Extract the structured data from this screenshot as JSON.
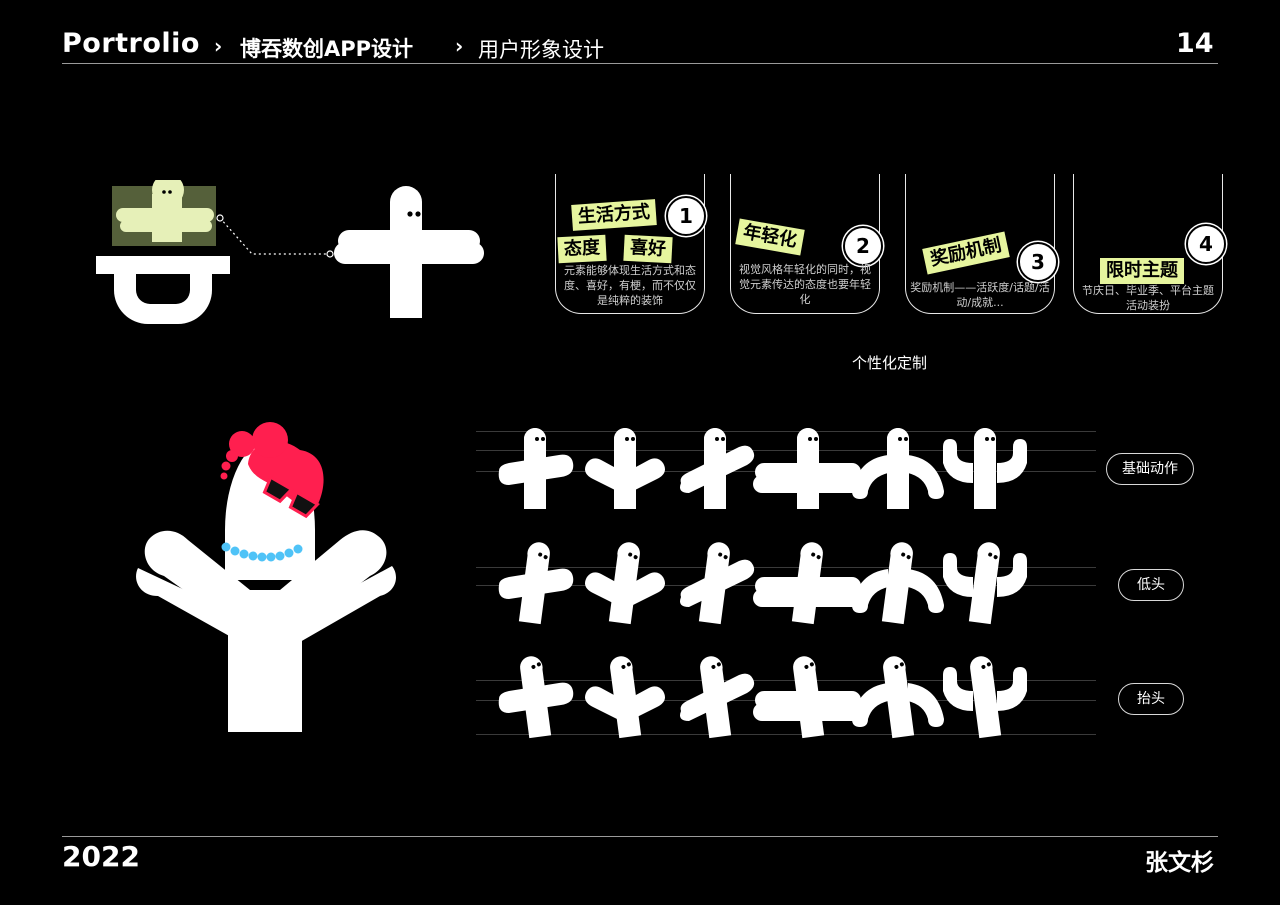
{
  "header": {
    "brand": "Portrolio",
    "arrow": "›",
    "crumb_project": "博吞数创APP设计",
    "crumb_section": "用户形象设计",
    "page_number": "14"
  },
  "cards": [
    {
      "tags": [
        "生活方式",
        "态度",
        "喜好"
      ],
      "number": "1",
      "desc": "元素能够体现生活方式和态度、喜好，有梗，而不仅仅是纯粹的装饰"
    },
    {
      "tags": [
        "年轻化"
      ],
      "number": "2",
      "desc": "视觉风格年轻化的同时，视觉元素传达的态度也要年轻化"
    },
    {
      "tags": [
        "奖励机制"
      ],
      "number": "3",
      "desc": "奖励机制——活跃度/话题/活动/成就..."
    },
    {
      "tags": [
        "限时主题"
      ],
      "number": "4",
      "desc": "节庆日、毕业季、平台主题活动装扮"
    }
  ],
  "cards_caption": "个性化定制",
  "pose_rows": [
    {
      "label": "基础动作"
    },
    {
      "label": "低头"
    },
    {
      "label": "抬头"
    }
  ],
  "footer": {
    "year": "2022",
    "author": "张文杉"
  },
  "colors": {
    "background": "#000000",
    "accent_tag": "#e6f59e",
    "hair": "#ff1f4f",
    "beads": "#4fc3f7",
    "logo_olive": "#55603a"
  },
  "icons": [
    "mascot-logo-icon",
    "mascot-icon",
    "hair-bun-icon",
    "sunglasses-icon",
    "bead-necklace-icon"
  ]
}
